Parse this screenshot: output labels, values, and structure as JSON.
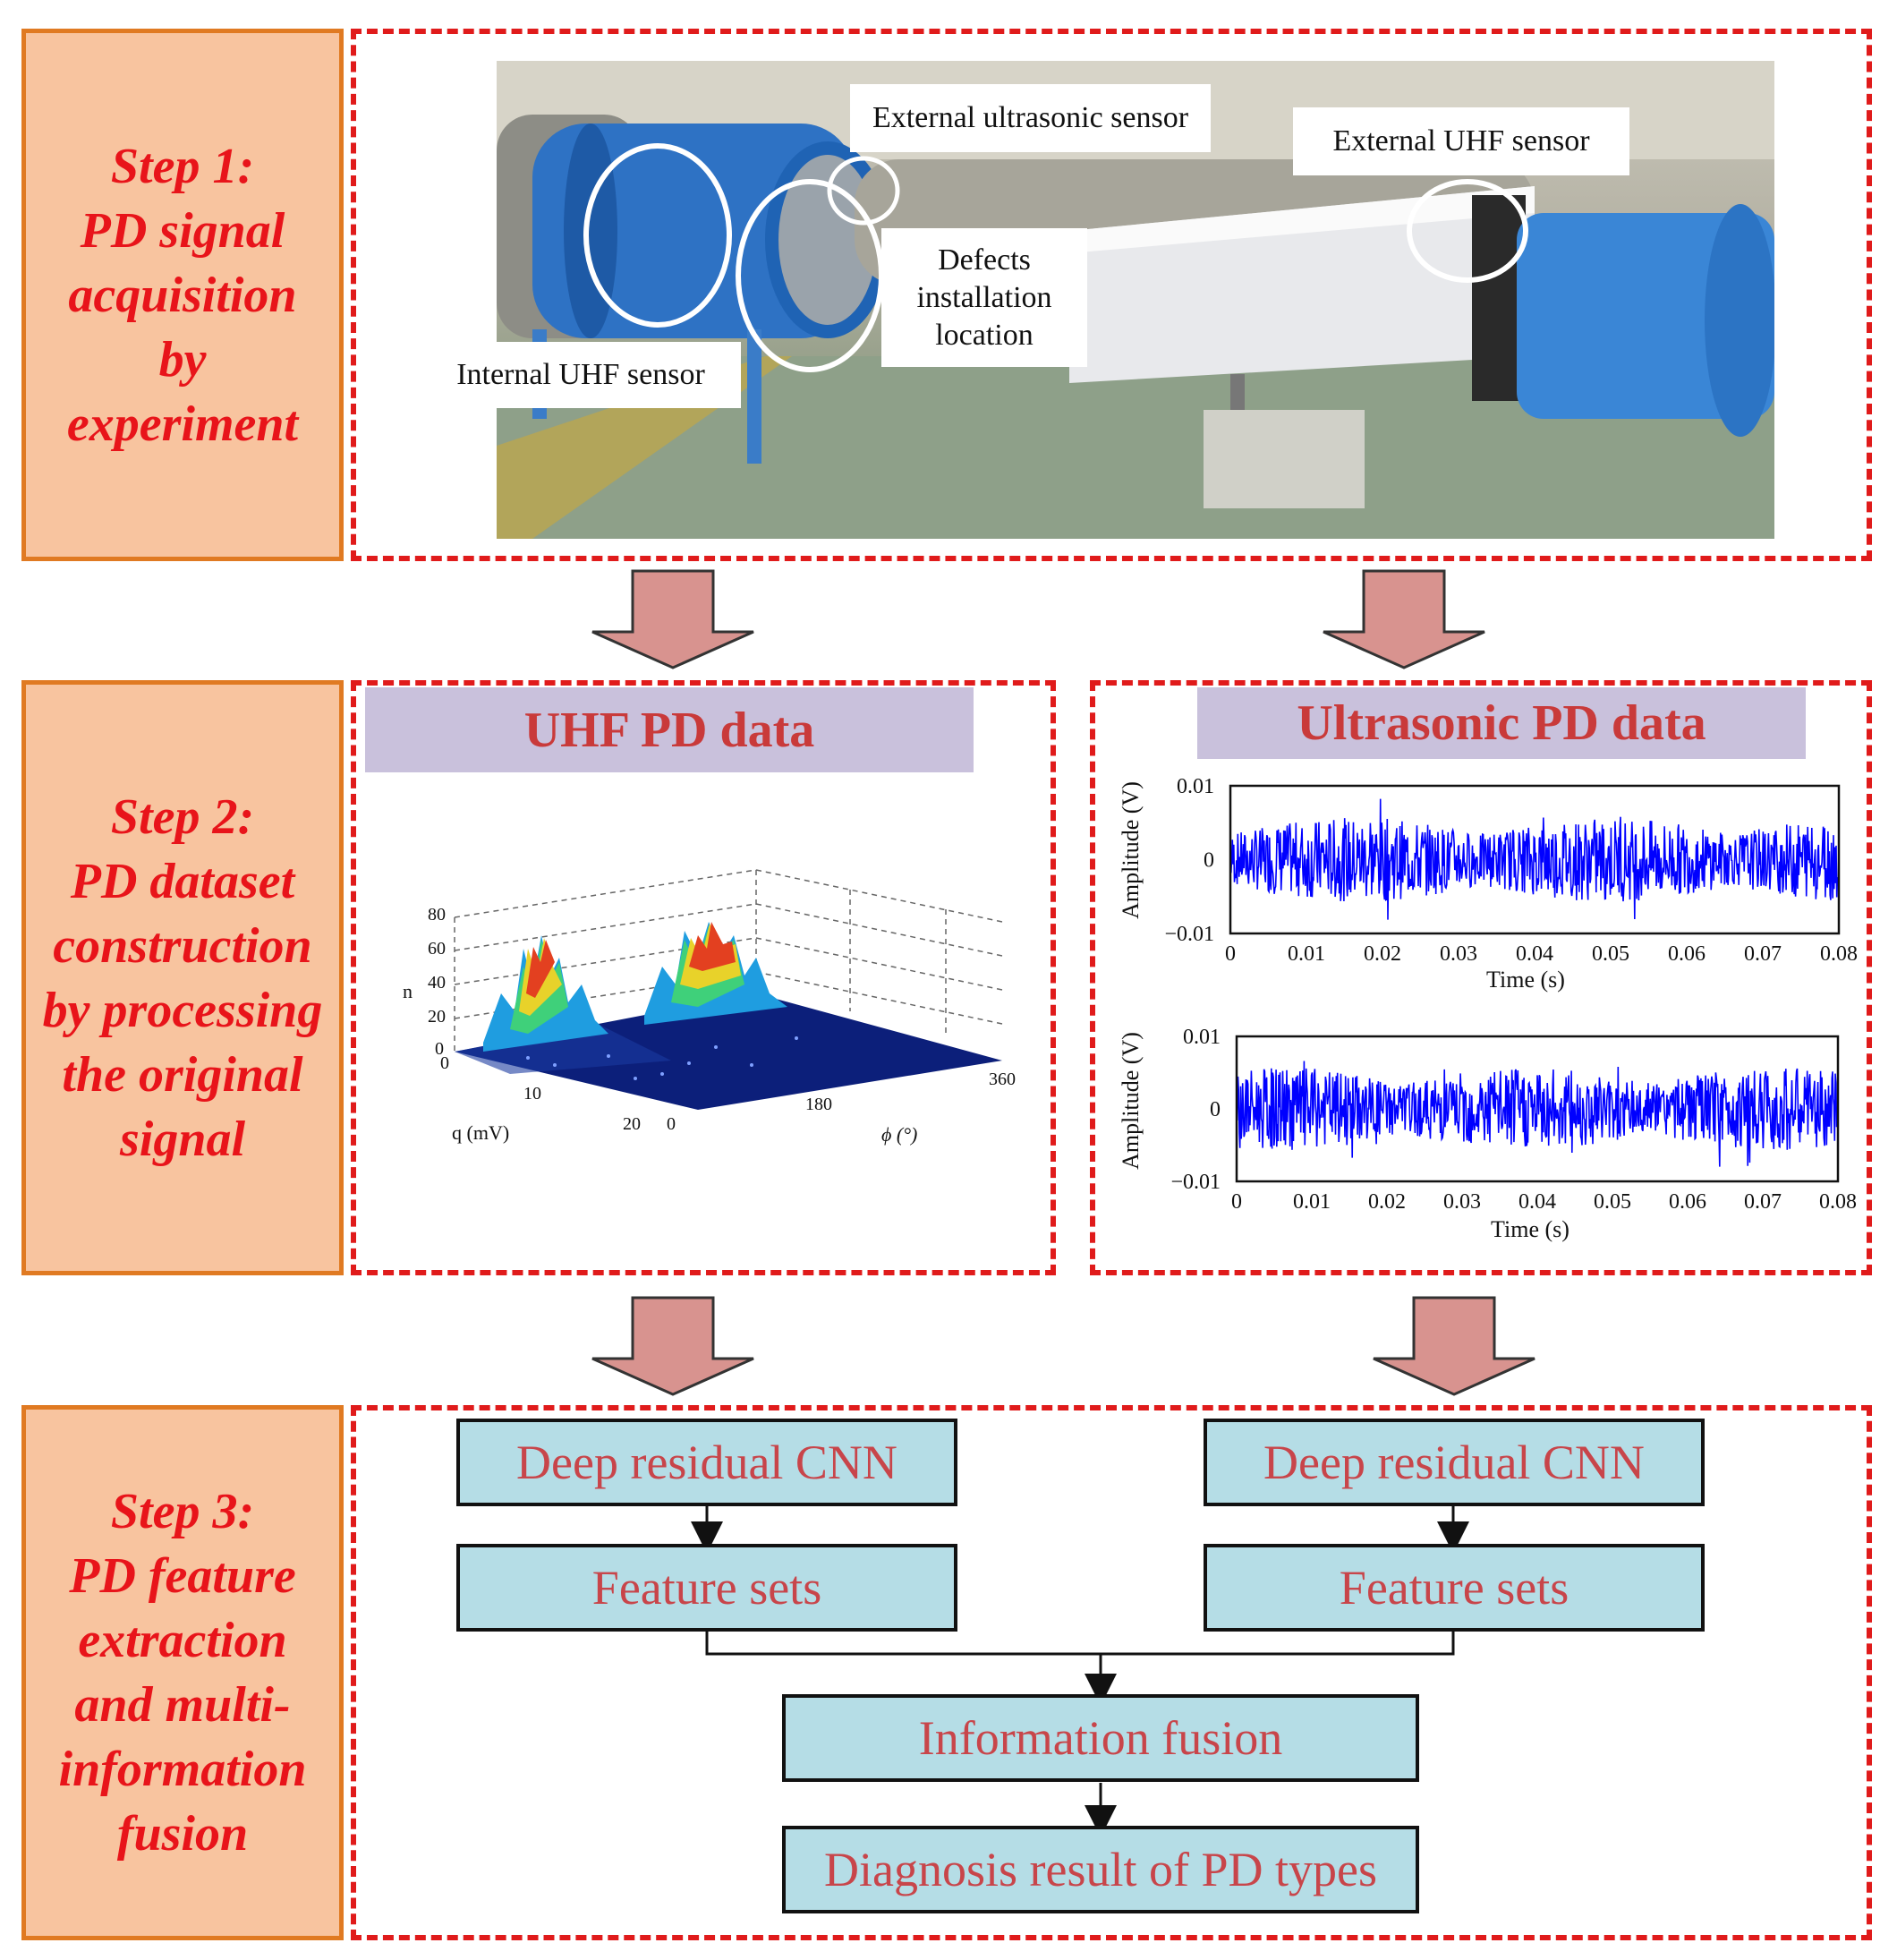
{
  "steps": [
    {
      "label": "Step 1:\nPD signal\nacquisition\nby\nexperiment"
    },
    {
      "label": "Step 2:\nPD dataset\nconstruction\nby processing\nthe original\nsignal"
    },
    {
      "label": "Step 3:\nPD feature\nextraction\nand multi-\ninformation\nfusion"
    }
  ],
  "photo": {
    "callouts": {
      "external_ultrasonic": "External ultrasonic sensor",
      "external_uhf": "External UHF sensor",
      "defects": "Defects\ninstallation\nlocation",
      "internal_uhf": "Internal UHF sensor"
    }
  },
  "uhf_panel": {
    "title": "UHF PD data",
    "axis": {
      "z_label": "n",
      "z_ticks": [
        "0",
        "20",
        "40",
        "60",
        "80"
      ],
      "q_label": "q (mV)",
      "q_ticks": [
        "0",
        "10",
        "20"
      ],
      "phi_label": "ϕ (°)",
      "phi_ticks": [
        "0",
        "180",
        "360"
      ]
    }
  },
  "ultrasonic_panel": {
    "title": "Ultrasonic PD data",
    "plots": [
      {
        "ylabel": "Amplitude (V)",
        "xlabel": "Time (s)"
      },
      {
        "ylabel": "Amplitude (V)",
        "xlabel": "Time (s)"
      }
    ]
  },
  "chart_data": [
    {
      "type": "line",
      "xlabel": "Time (s)",
      "ylabel": "Amplitude (V)",
      "x_ticks": [
        "0",
        "0.01",
        "0.02",
        "0.03",
        "0.04",
        "0.05",
        "0.06",
        "0.07",
        "0.08"
      ],
      "y_ticks": [
        "0.01",
        "0",
        "−0.01"
      ],
      "xlim": [
        0,
        0.08
      ],
      "ylim": [
        -0.01,
        0.01
      ],
      "series": [
        {
          "color": "#0000ff"
        }
      ]
    },
    {
      "type": "line",
      "xlabel": "Time (s)",
      "ylabel": "Amplitude (V)",
      "x_ticks": [
        "0",
        "0.01",
        "0.02",
        "0.03",
        "0.04",
        "0.05",
        "0.06",
        "0.07",
        "0.08"
      ],
      "y_ticks": [
        "0.01",
        "0",
        "−0.01"
      ],
      "xlim": [
        0,
        0.08
      ],
      "ylim": [
        -0.01,
        0.01
      ],
      "series": [
        {
          "color": "#0000ff"
        }
      ]
    }
  ],
  "flow": {
    "left_cnn": "Deep residual CNN",
    "left_features": "Feature sets",
    "right_cnn": "Deep residual CNN",
    "right_features": "Feature sets",
    "fusion": "Information fusion",
    "result": "Diagnosis result of PD types"
  },
  "colors": {
    "step_fill": "#f8c49f",
    "step_border": "#e07a22",
    "step_text": "#e8141a",
    "frame_dash": "#e01b1b",
    "arrow": "#d8938f",
    "flow_fill": "#b5dde6",
    "flow_text": "#c8454a",
    "header_fill": "#c9c1dc",
    "header_text": "#c93a3a",
    "signal": "#0000ff"
  }
}
